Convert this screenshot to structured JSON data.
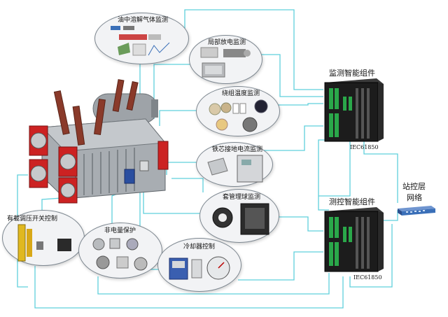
{
  "modules": {
    "dga": "油中溶解气体监测",
    "partial_discharge": "局部放电监测",
    "winding_temp": "绕组温度监测",
    "core_ground": "铁芯接地电流监测",
    "bushing": "套管理球监测",
    "oltc": "有载调压开关控制",
    "non_electric": "非电量保护",
    "cooler": "冷却器控制"
  },
  "cabinets": {
    "monitor_unit": "监测智能组件",
    "control_unit": "测控智能组件",
    "protocol_1": "IEC61850",
    "protocol_2": "IEC61850"
  },
  "network": {
    "station_line1": "站控层",
    "station_line2": "网络"
  },
  "colors": {
    "wire": "#5fd0dc",
    "bubble_fill": "#f2f3f5",
    "bubble_border": "#7d8790",
    "bushing_red": "#cc2222",
    "cabinet_dark": "#1c1c1c",
    "terminal_green": "#2aa84a",
    "switch_blue": "#3a6fb8"
  }
}
